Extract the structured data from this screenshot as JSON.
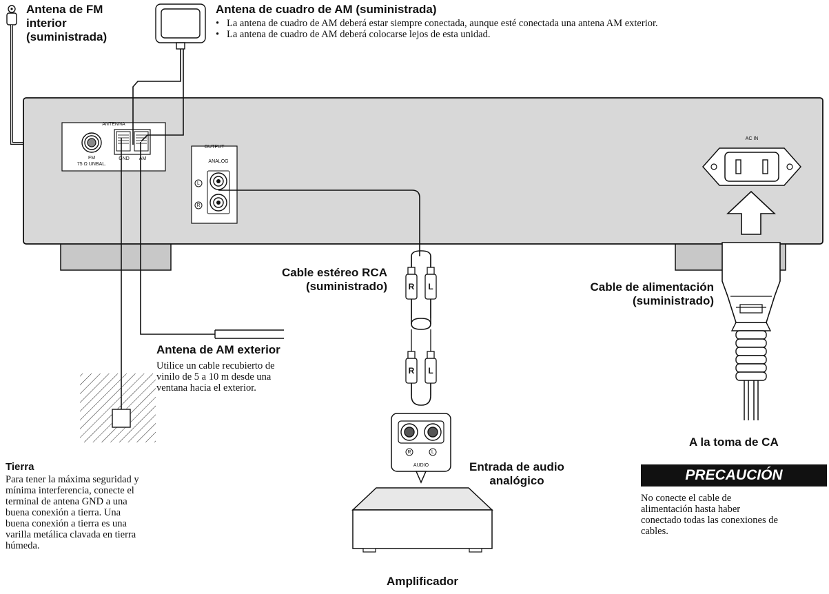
{
  "labels": {
    "fm_antenna": [
      "Antena de FM",
      "interior",
      "(suministrada)"
    ],
    "am_loop_title": "Antena de cuadro de AM (suministrada)",
    "am_loop_notes": [
      "La antena de cuadro de AM deberá estar siempre conectada, aunque esté conectada una antena AM exterior.",
      "La antena de cuadro de AM deberá colocarse lejos de esta unidad."
    ],
    "rca_cable": [
      "Cable estéreo RCA",
      "(suministrado)"
    ],
    "power_cable": [
      "Cable de alimentación",
      "(suministrado)"
    ],
    "am_outdoor_title": "Antena de AM exterior",
    "am_outdoor_text": [
      "Utilice un cable recubierto de",
      "vinilo de 5 a 10 m desde una",
      "ventana hacia el exterior."
    ],
    "ground_title": "Tierra",
    "ground_text": [
      "Para tener la máxima seguridad y",
      "mínima interferencia, conecte el",
      "terminal de antena GND a una",
      "buena conexión a tierra. Una",
      "buena conexión a tierra es una",
      "varilla metálica clavada en tierra",
      "húmeda."
    ],
    "ac_outlet": "A la toma de CA",
    "analog_input": [
      "Entrada de audio",
      "analógico"
    ],
    "amplifier": "Amplificador",
    "precaution_title": "PRECAUCIÓN",
    "precaution_text": [
      "No conecte el cable de",
      "alimentación hasta haber",
      "conectado todas las conexiones de",
      "cables."
    ]
  },
  "panel": {
    "antenna": "ANTENNA",
    "fm": "FM",
    "fm_spec": "75 Ω UNBAL.",
    "gnd": "GND",
    "am": "AM",
    "output": "OUTPUT",
    "analog": "ANALOG",
    "left_mark": "L",
    "right_mark": "R",
    "ac_in": "AC IN"
  },
  "plugs": {
    "r": "R",
    "l": "L"
  },
  "amp_panel": {
    "audio": "AUDIO",
    "r_mark": "R",
    "l_mark": "L"
  }
}
